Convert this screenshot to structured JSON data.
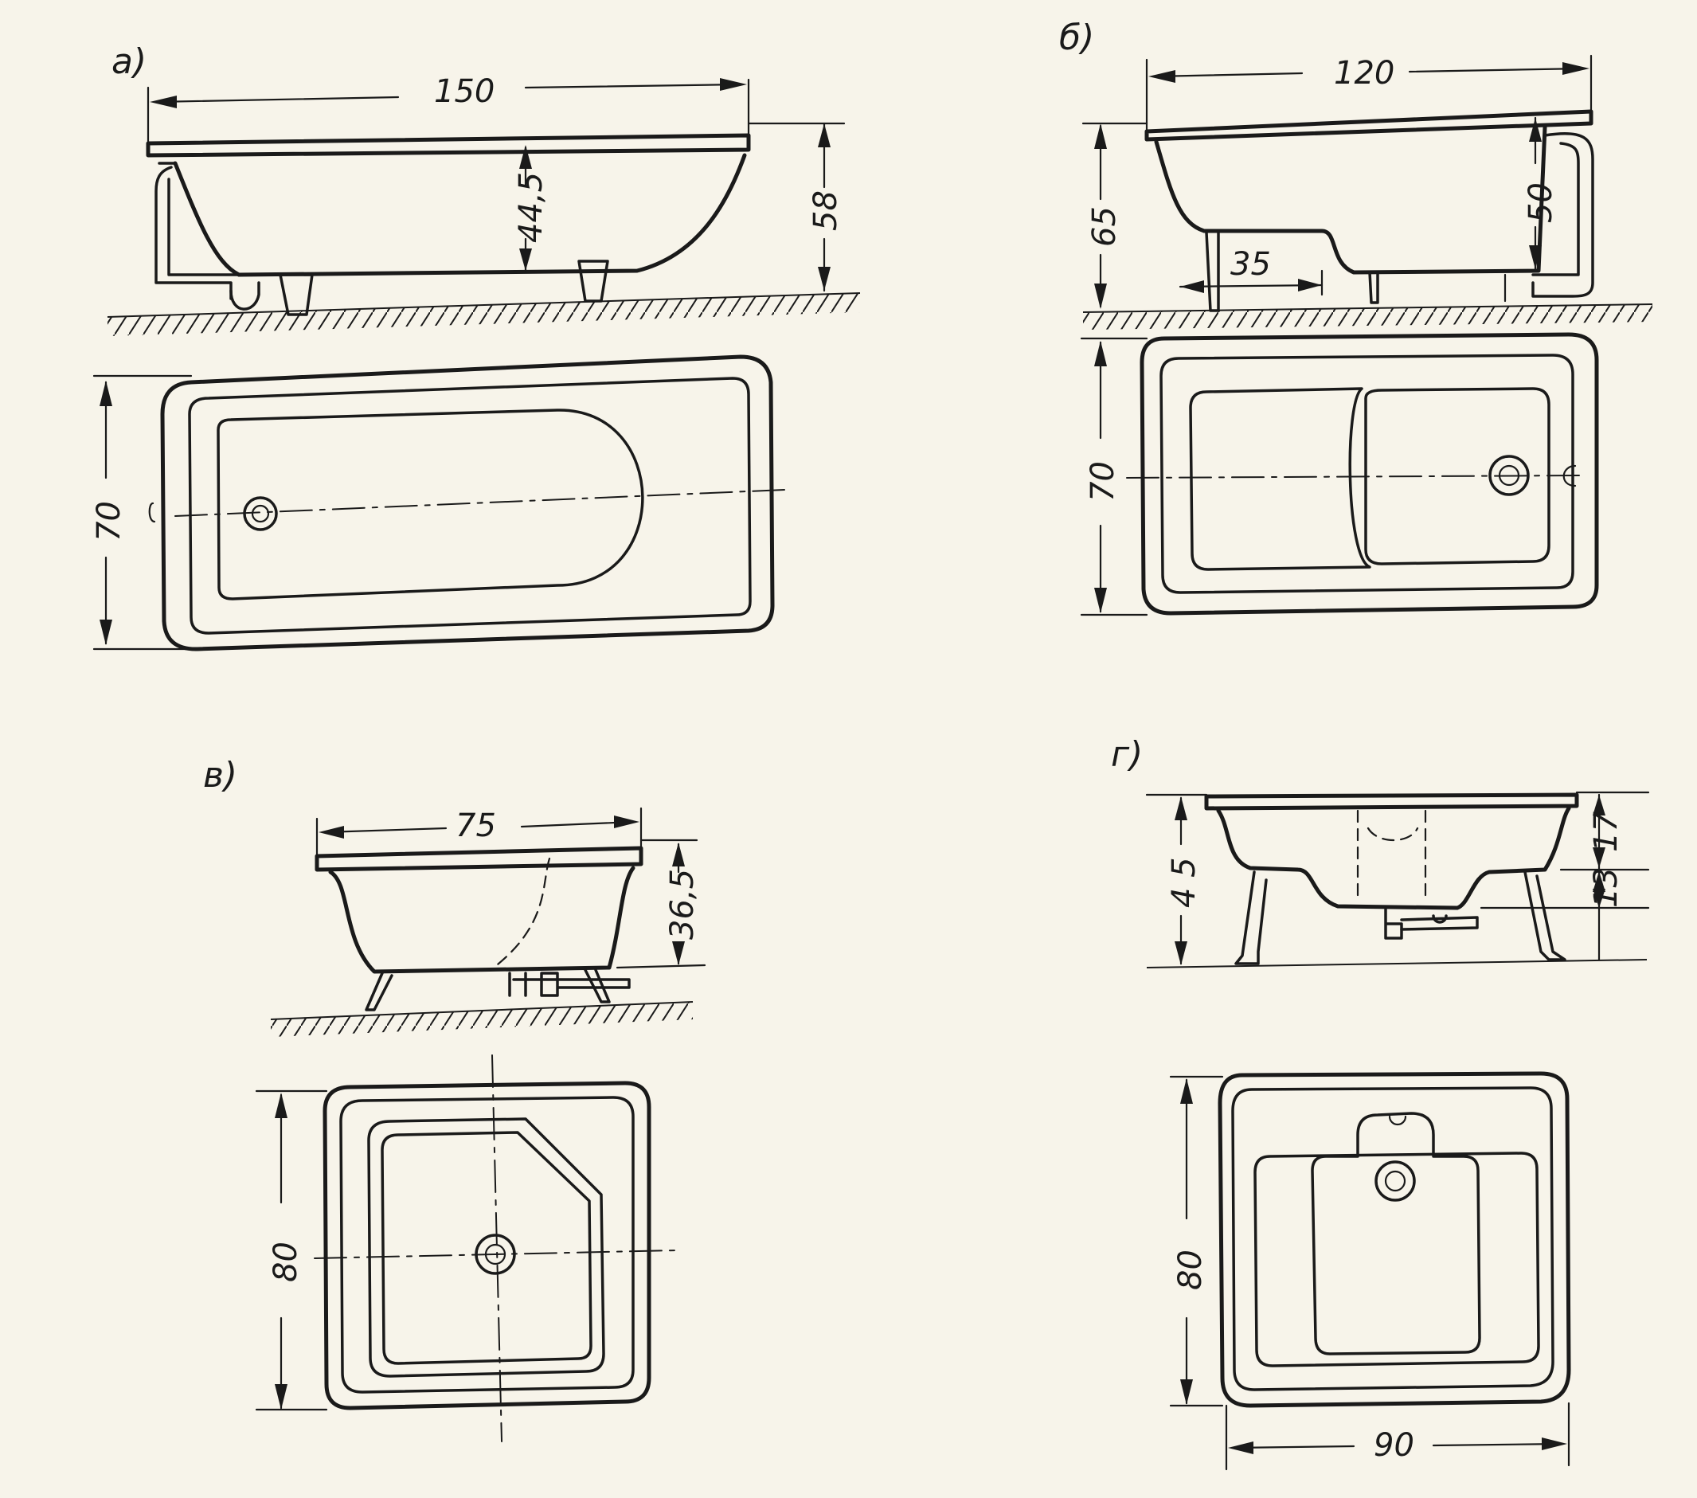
{
  "colors": {
    "paper": "#f7f4ea",
    "ink": "#1a1a1a"
  },
  "panels": {
    "a": {
      "label": "а)",
      "dim_length": "150",
      "dim_inner_depth": "44,5",
      "dim_height": "58",
      "dim_width": "70"
    },
    "b": {
      "label": "б)",
      "dim_length": "120",
      "dim_height": "65",
      "dim_depth": "50",
      "dim_seat": "35",
      "dim_width": "70"
    },
    "v": {
      "label": "в)",
      "dim_length": "75",
      "dim_height": "36,5",
      "dim_width": "80"
    },
    "g": {
      "label": "г)",
      "dim_height": "4 5",
      "dim_upper": "17",
      "dim_lower": "13",
      "dim_width": "80",
      "dim_length": "90"
    }
  }
}
